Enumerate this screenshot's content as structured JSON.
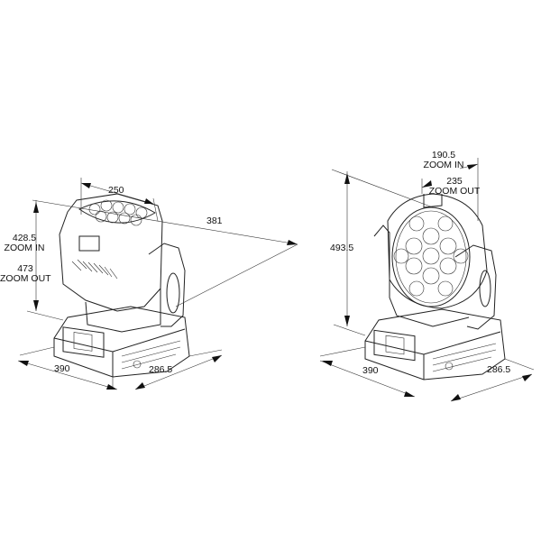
{
  "title": "Moving head fixture dimension drawing",
  "left_view": {
    "dim_width": "250",
    "dim_depth_total": "381",
    "dim_height_zoom_in_value": "428.5",
    "dim_height_zoom_in_label": "ZOOM  IN",
    "dim_height_zoom_out_value": "473",
    "dim_height_zoom_out_label": "ZOOM  OUT",
    "dim_base_width": "390",
    "dim_base_depth": "286.5"
  },
  "right_view": {
    "dim_zoom_in_value": "190.5",
    "dim_zoom_in_label": "ZOOM  IN",
    "dim_zoom_out_value": "235",
    "dim_zoom_out_label": "ZOOM  OUT",
    "dim_height": "493.5",
    "dim_base_width": "390",
    "dim_base_depth": "286.5"
  },
  "colors": {
    "line": "#222222",
    "background": "#ffffff"
  }
}
